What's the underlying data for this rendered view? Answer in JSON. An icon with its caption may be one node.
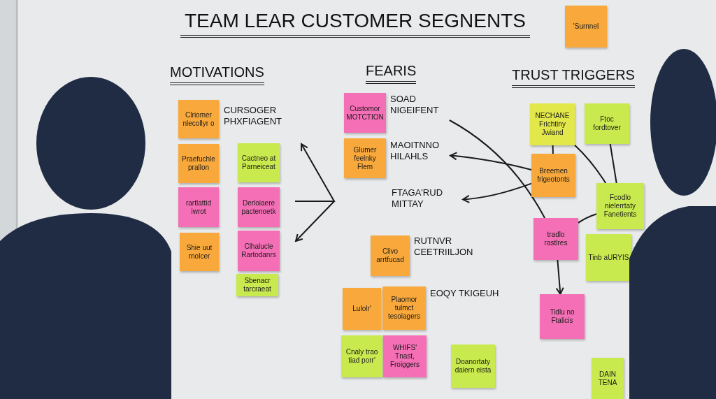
{
  "diagram": {
    "title": "TEAM LEAR CUSTOMER SEGNENTS",
    "nodes": [
      {
        "text": [
          "'Surnnel"
        ]
      },
      {
        "text": [
          "Clriomer nlecollyr o"
        ]
      },
      {
        "text": [
          "Praefuchle prallon"
        ]
      },
      {
        "text": [
          "rartlattid iwrot"
        ]
      },
      {
        "text": [
          "Shie uut rnolcer"
        ]
      },
      {
        "text": [
          "Cactneo at Parneiceat"
        ]
      },
      {
        "text": [
          "Derloiaere pactenoetk"
        ]
      },
      {
        "text": [
          "Clhalucle Rartodanrs"
        ]
      },
      {
        "text": [
          "Sbenacr tarcraeat"
        ]
      },
      {
        "text": [
          "Customor MOTCTION"
        ]
      },
      {
        "text": [
          "SOAD NIGEIFENT"
        ]
      },
      {
        "text": [
          "Glumer feelnky Flem"
        ]
      },
      {
        "text": [
          "MAOITNNO HILAHLS"
        ]
      },
      {
        "text": [
          "FTAGA'RUD MITTAY"
        ]
      },
      {
        "text": [
          "Clivo arrtfucad"
        ]
      },
      {
        "text": [
          "Lulolr'"
        ]
      },
      {
        "text": [
          "Plaomor tulmct tesoiagers"
        ]
      },
      {
        "text": [
          "Cnaly trao tiad porr'"
        ]
      },
      {
        "text": [
          "WHIFS' Tnast, Froiggers"
        ]
      },
      {
        "text": [
          "Doanortaty daiern eista"
        ]
      },
      {
        "text": [
          "NECHANE Frichtiny Jwiand"
        ]
      },
      {
        "text": [
          "Ftoc fordtover"
        ]
      },
      {
        "text": [
          "Breemen frigeotonts"
        ]
      },
      {
        "text": [
          "Fcodlo nielerrtaty Fanetients"
        ]
      },
      {
        "text": [
          "tradlo rastlres"
        ]
      },
      {
        "text": [
          "Tinb aURYIS"
        ]
      },
      {
        "text": [
          "Tidlu no Ftalicis"
        ]
      },
      {
        "text": [
          "DAIN TENA"
        ]
      }
    ],
    "edges": [
      {
        "from": 22,
        "to": 12,
        "arrow": "to"
      },
      {
        "from": 22,
        "to": 13,
        "arrow": "to"
      },
      {
        "from": 10,
        "to": 24,
        "arrow": "none"
      },
      {
        "from": 20,
        "to": 22,
        "arrow": "none"
      },
      {
        "from": 20,
        "to": 23,
        "arrow": "none"
      },
      {
        "from": 21,
        "to": 23,
        "arrow": "none"
      },
      {
        "from": 24,
        "to": 23,
        "arrow": "none"
      },
      {
        "from": 24,
        "to": 26,
        "arrow": "to"
      }
    ],
    "labels": [
      "MOTIVATIONS",
      "FEARIS",
      "TRUST TRIGGERS",
      "CURSOGER PHXFIAGENT",
      "RUTNVR CEETRIILJON",
      "EOQY TKIGEUH"
    ]
  }
}
